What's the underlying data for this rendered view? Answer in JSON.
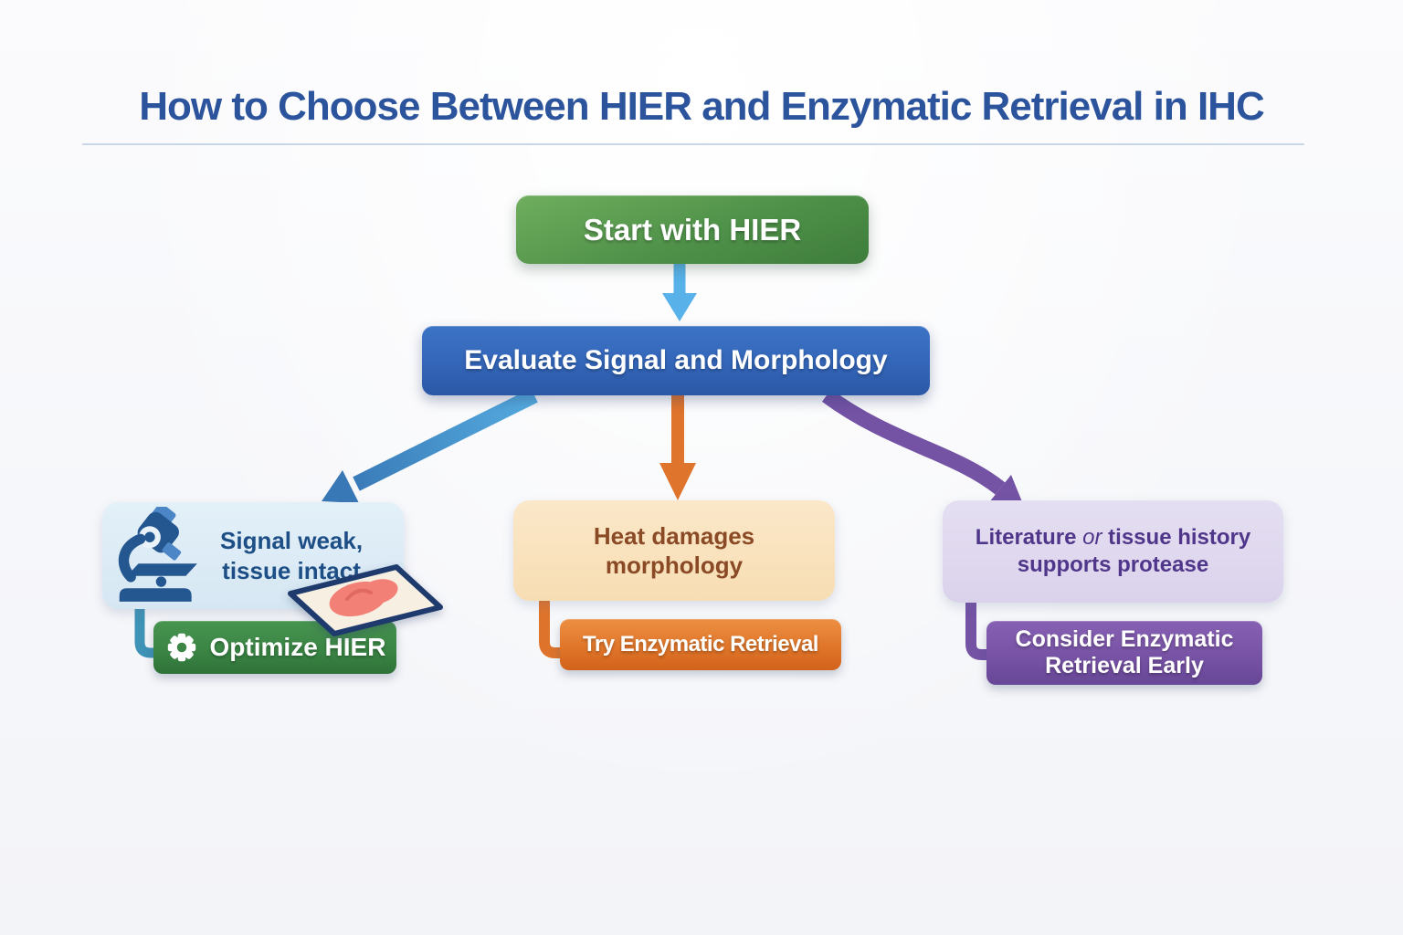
{
  "title": {
    "text": "How to Choose Between HIER and Enzymatic Retrieval in IHC",
    "color": "#2C549D"
  },
  "divider_color": "#C7D6E8",
  "background_color": "#F6F7FA",
  "flow": {
    "start": {
      "label": "Start with HIER",
      "color_top": "#6FAE5E",
      "color_bottom": "#3E7D3C"
    },
    "arrow_start_to_evaluate": {
      "color": "#58B1E9",
      "direction": "down"
    },
    "evaluate": {
      "label": "Evaluate Signal and Morphology",
      "color_top": "#3D74C6",
      "color_bottom": "#2B58A6"
    },
    "branches": {
      "left": {
        "arrow_color_top": "#55ACE0",
        "arrow_color_bottom": "#3878B6",
        "icon": "microscope-icon",
        "extra_graphic": "tissue-slide",
        "condition_line1": "Signal weak,",
        "condition_line2": "tissue intact",
        "condition_bg": "#DCEAF5",
        "condition_text_color": "#1D4F86",
        "connector_color": "#3E93B6",
        "action_icon": "gear-icon",
        "action_label": "Optimize HIER",
        "action_color_top": "#47944F",
        "action_color_bottom": "#2F7239"
      },
      "middle": {
        "arrow_color": "#DF742C",
        "condition_line1": "Heat damages",
        "condition_line2": "morphology",
        "condition_bg": "#FAE3C2",
        "condition_text_color": "#8B4A26",
        "connector_color": "#DE742C",
        "action_label": "Try Enzymatic Retrieval",
        "action_color_top": "#EC8F42",
        "action_color_bottom": "#D2621A"
      },
      "right": {
        "arrow_color": "#7452A4",
        "condition_line1_a": "Literature",
        "condition_line1_em": "or",
        "condition_line1_b": "tissue history",
        "condition_line2": "supports protease",
        "condition_bg": "#DFD8EE",
        "condition_text_color": "#50368A",
        "connector_color": "#7452A4",
        "action_line1": "Consider Enzymatic",
        "action_line2": "Retrieval Early",
        "action_color_top": "#8660B2",
        "action_color_bottom": "#674797"
      }
    }
  },
  "tissue_slide": {
    "frame_color": "#1F3B6E",
    "glass_color": "#F6EFE2",
    "tissue_color": "#F28077"
  }
}
